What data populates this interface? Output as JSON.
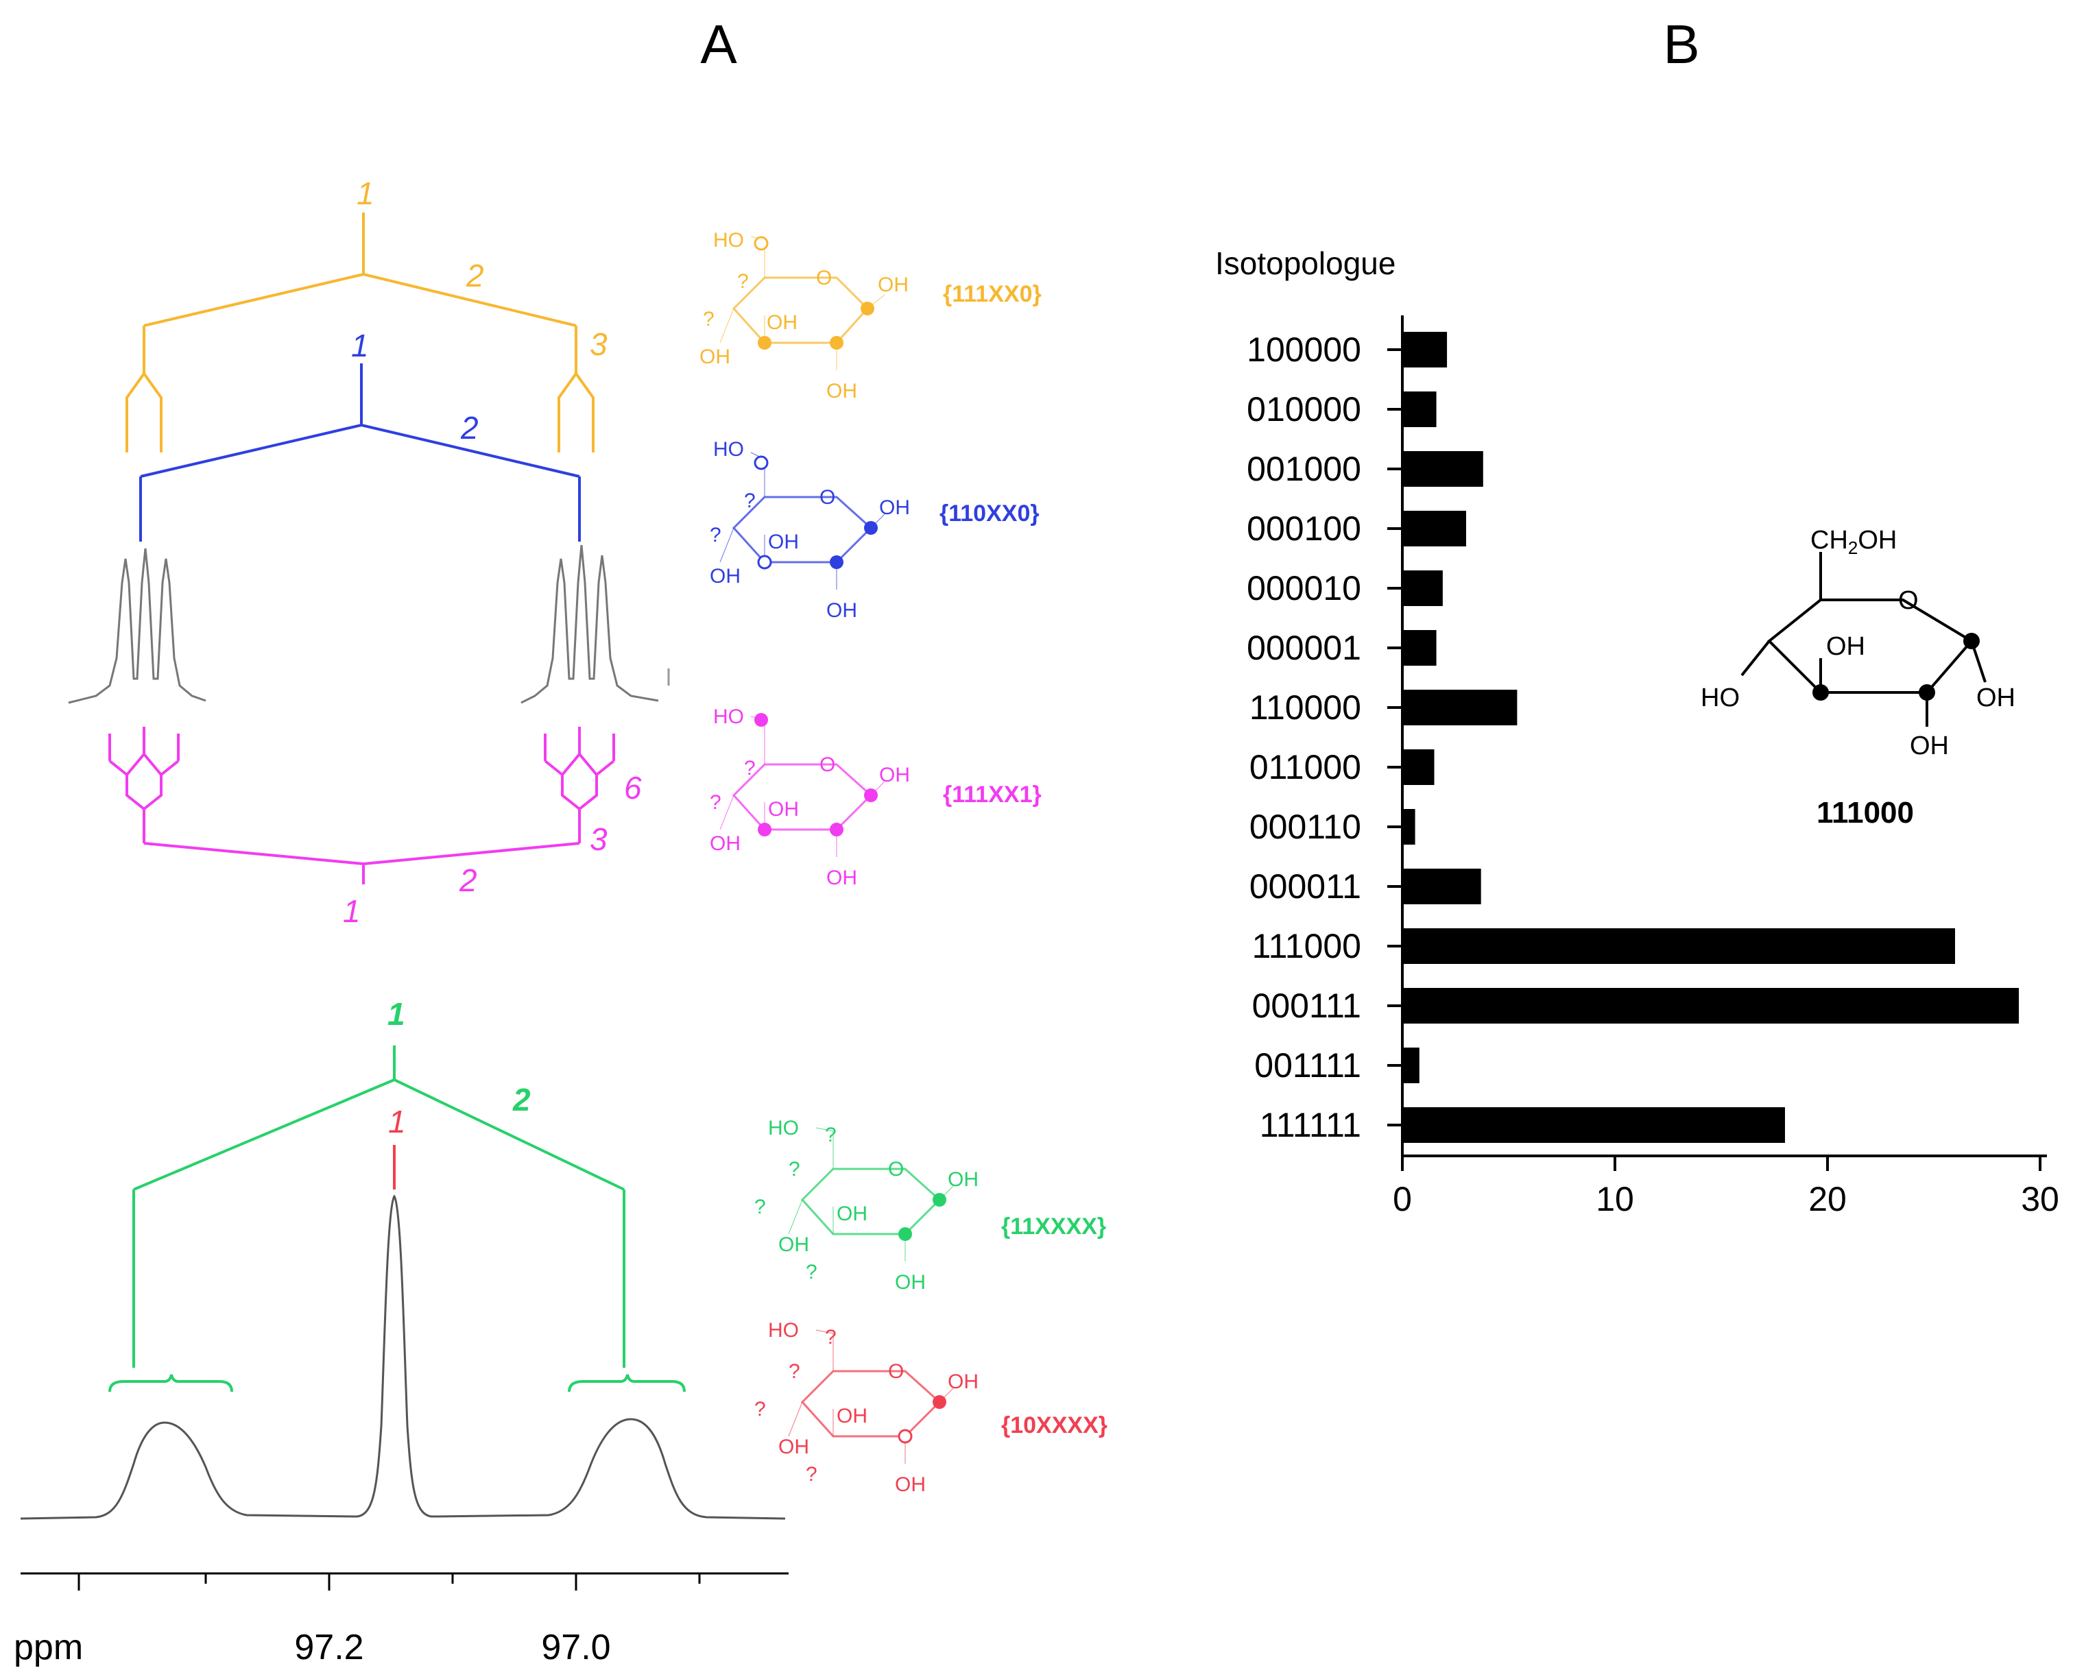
{
  "panel_a": {
    "letter": "A",
    "colors": {
      "orange": "#f7b731",
      "blue": "#2f3fe0",
      "magenta": "#f23cf0",
      "green": "#27d16a",
      "red": "#f04050",
      "spectrum": "#555555"
    },
    "tree_labels": {
      "orange": [
        "1",
        "2",
        "3"
      ],
      "blue": [
        "1",
        "2"
      ],
      "magenta": [
        "1",
        "2",
        "3",
        "6"
      ],
      "green": [
        "1",
        "2"
      ],
      "red": [
        "1"
      ]
    },
    "isotopologue_labels": {
      "orange": "{111XX0}",
      "blue": "{110XX0}",
      "magenta": "{111XX1}",
      "green": "{11XXXX}",
      "red": "{10XXXX}"
    },
    "sugar_text": {
      "ho": "HO",
      "oh": "OH",
      "o": "O",
      "q": "?"
    },
    "ppm_axis": {
      "unit": "ppm",
      "ticks": [
        "97.2",
        "97.0"
      ]
    }
  },
  "panel_b": {
    "letter": "B",
    "y_header": "Isotopologue",
    "structure_label": "111000",
    "structure_text": {
      "ch2oh_main": "CH",
      "ch2oh_sub": "2",
      "ch2oh_end": "OH",
      "o": "O",
      "oh": "OH",
      "ho": "HO"
    }
  },
  "chart_data": {
    "type": "bar",
    "orientation": "horizontal",
    "categories": [
      "100000",
      "010000",
      "001000",
      "000100",
      "000010",
      "000001",
      "110000",
      "011000",
      "000110",
      "000011",
      "111000",
      "000111",
      "001111",
      "111111"
    ],
    "values": [
      2.1,
      1.6,
      3.8,
      3.0,
      1.9,
      1.6,
      5.4,
      1.5,
      0.6,
      3.7,
      26.0,
      29.0,
      0.8,
      18.0
    ],
    "xlim": [
      0,
      30
    ],
    "xticks": [
      "0",
      "10",
      "20",
      "30"
    ],
    "bar_color": "#000000",
    "title": "",
    "xlabel": "",
    "ylabel": "Isotopologue"
  }
}
